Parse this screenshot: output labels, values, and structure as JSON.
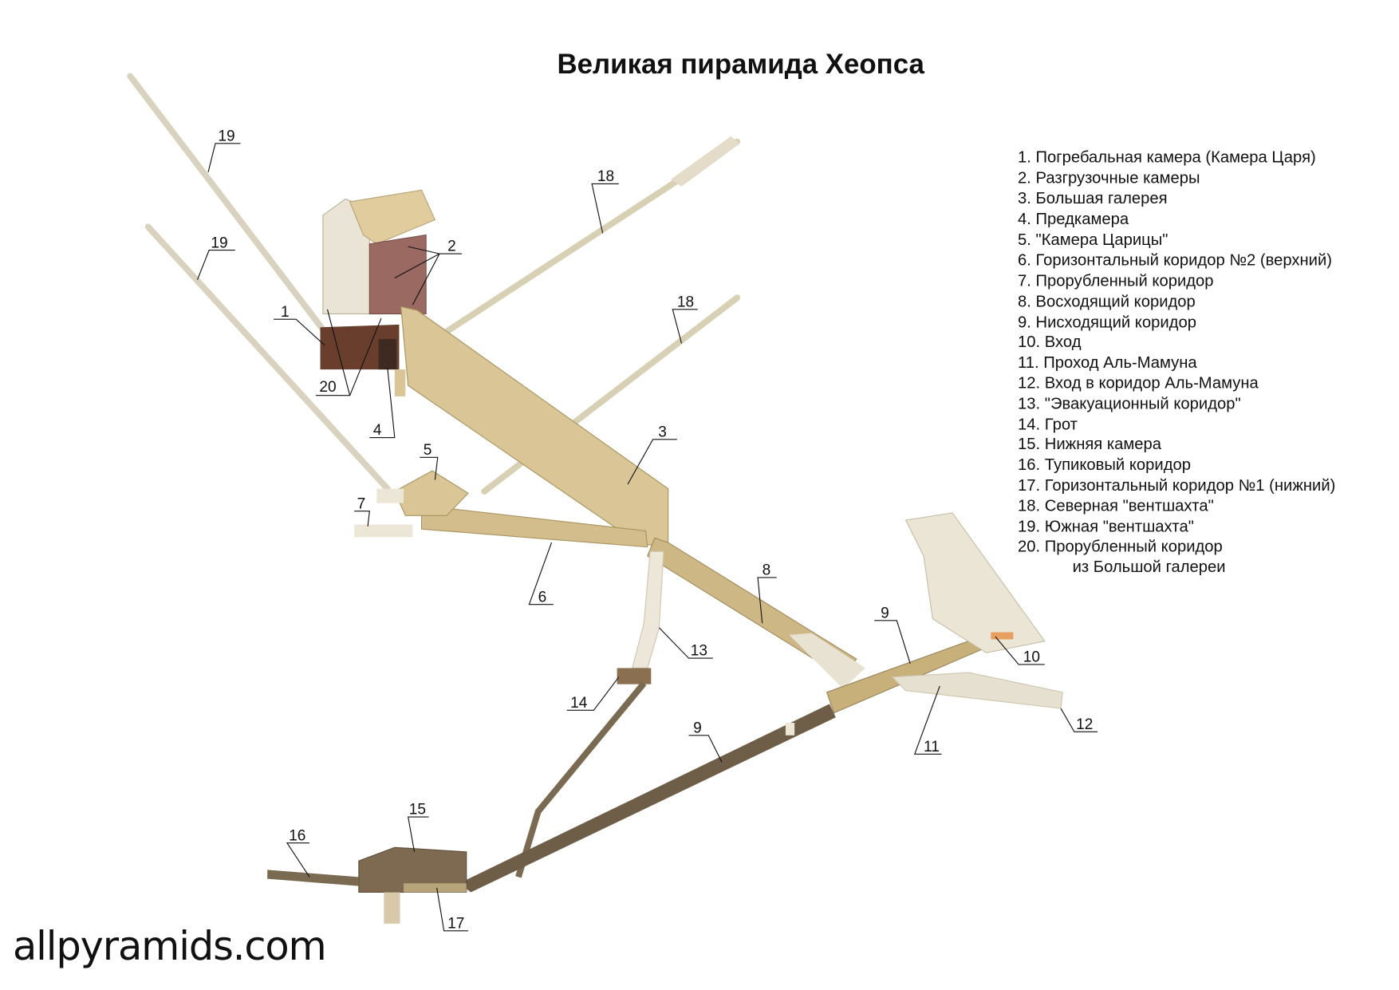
{
  "title": "Великая  пирамида  Хеопса",
  "legend": [
    "1.  Погребальная  камера (Камера  Царя)",
    "2.  Разгрузочные  камеры",
    "3.  Большая  галерея",
    "4.  Предкамера",
    "5. \"Камера  Царицы\"",
    "6.  Горизонтальный  коридор  №2 (верхний)",
    "7.  Прорубленный  коридор",
    "8.  Восходящий  коридор",
    "9.  Нисходящий  коридор",
    "10. Вход",
    "11. Проход  Аль-Мамуна",
    "12. Вход  в  коридор  Аль-Мамуна",
    "13. \"Эвакуационный  коридор\"",
    "14. Грот",
    "15. Нижняя камера",
    "16. Тупиковый  коридор",
    "17. Горизонтальный  коридор  №1  (нижний)",
    "18. Северная  \"вентшахта\"",
    "19. Южная  \"вентшахта\"",
    "20. Прорубленный  коридор",
    "из  Большой  галереи"
  ],
  "labels": {
    "l19a": "19",
    "l19b": "19",
    "l18a": "18",
    "l18b": "18",
    "l2": "2",
    "l1": "1",
    "l20": "20",
    "l4": "4",
    "l5": "5",
    "l7": "7",
    "l3": "3",
    "l6": "6",
    "l8": "8",
    "l13": "13",
    "l14": "14",
    "l9a": "9",
    "l9b": "9",
    "l10": "10",
    "l11": "11",
    "l12": "12",
    "l15": "15",
    "l16": "16",
    "l17": "17"
  },
  "logo": "allpyramids.com",
  "colors": {
    "stone": "#d9c596",
    "light": "#ece6d6",
    "brown": "#6a4a32",
    "relief": "#9a6a62",
    "dark": "#5e5040"
  }
}
